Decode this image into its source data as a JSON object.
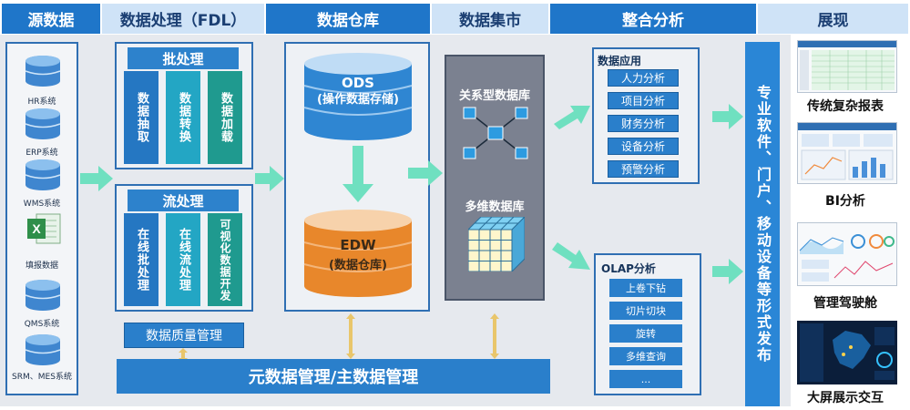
{
  "headers": {
    "source": "源数据",
    "processing": "数据处理（FDL）",
    "warehouse": "数据仓库",
    "mart": "数据集市",
    "integration": "整合分析",
    "display": "展现"
  },
  "sources": [
    "HR系统",
    "ERP系统",
    "WMS系统",
    "填报数据",
    "QMS系统",
    "SRM、MES系统"
  ],
  "batch": {
    "title": "批处理",
    "steps": [
      "数据抽取",
      "数据转换",
      "数据加载"
    ]
  },
  "stream": {
    "title": "流处理",
    "steps": [
      "在线批处理",
      "在线流处理",
      "可视化数据开发"
    ]
  },
  "quality": "数据质量管理",
  "metadata": "元数据管理/主数据管理",
  "warehouse": {
    "ods_name": "ODS",
    "ods_desc": "(操作数据存储)",
    "edw_name": "EDW",
    "edw_desc": "(数据仓库)"
  },
  "mart": {
    "relational": "关系型数据库",
    "multidim": "多维数据库"
  },
  "apps": {
    "title": "数据应用",
    "items": [
      "人力分析",
      "项目分析",
      "财务分析",
      "设备分析",
      "预警分析"
    ]
  },
  "olap": {
    "title": "OLAP分析",
    "items": [
      "上卷下钻",
      "切片切块",
      "旋转",
      "多维查询",
      "..."
    ]
  },
  "publish": "专业软件、门户、移动设备等形式发布",
  "displays": [
    "传统复杂报表",
    "BI分析",
    "管理驾驶舱",
    "大屏展示交互"
  ],
  "colors": {
    "header_blue": "#1f76c9",
    "header_light": "#cfe3f7",
    "panel_bg": "#e6e9ee",
    "arrow_green": "#6fe0c0",
    "cylinder_blue": "#2f86d2",
    "cylinder_orange": "#e8872b",
    "arrow_gold": "#e9c66b"
  }
}
